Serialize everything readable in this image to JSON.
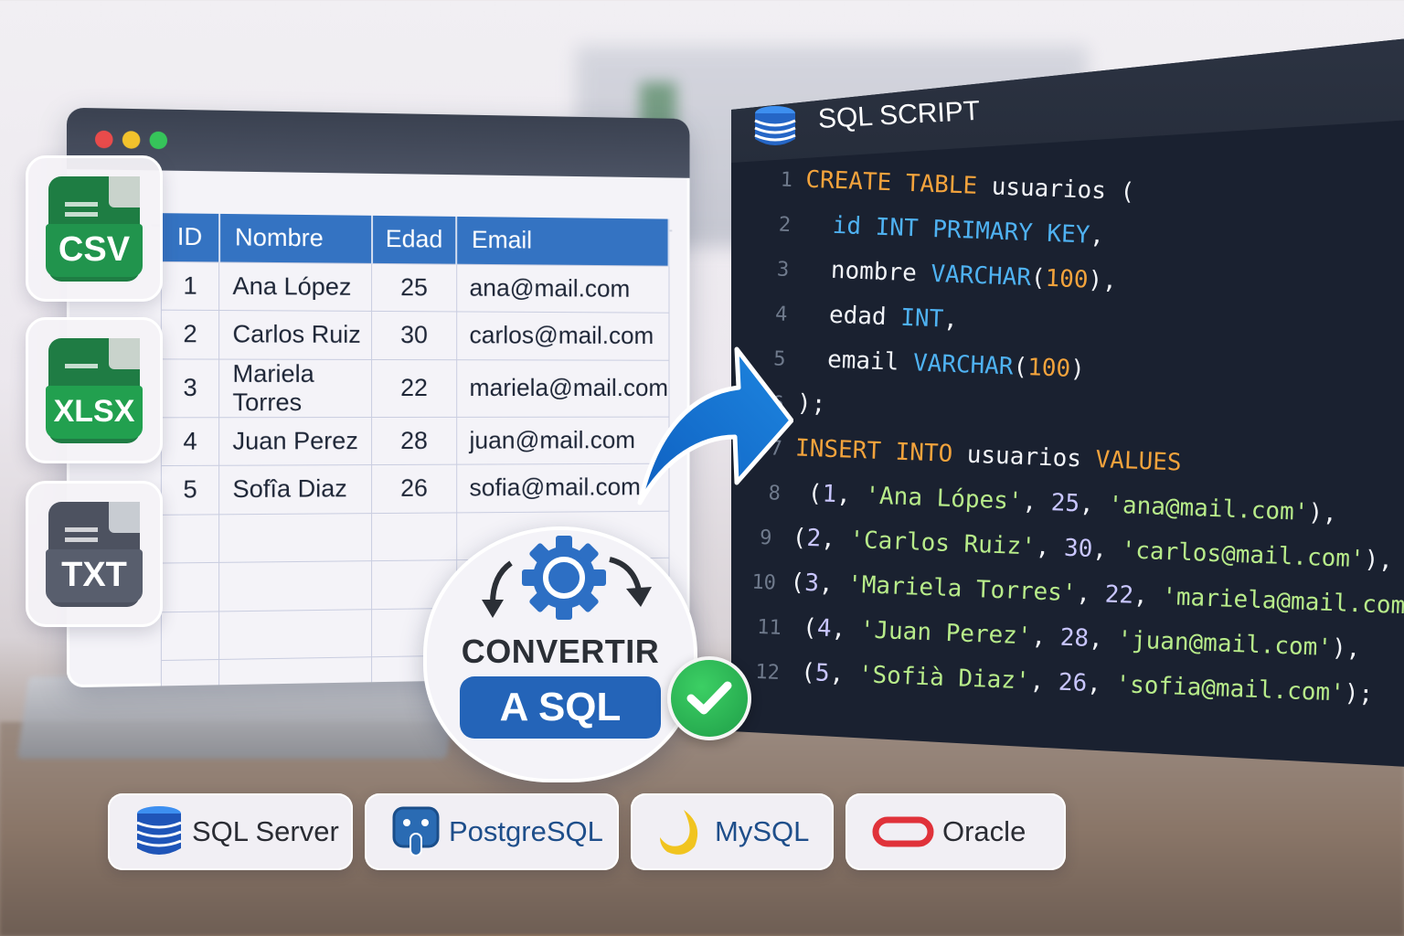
{
  "file_types": [
    {
      "label": "CSV",
      "color": "#21944d"
    },
    {
      "label": "XLSX",
      "color": "#22a04f"
    },
    {
      "label": "TXT",
      "color": "#585e6d"
    }
  ],
  "spreadsheet": {
    "window_controls": [
      "close",
      "minimize",
      "maximize"
    ],
    "headers": [
      "ID",
      "Nombre",
      "Edad",
      "Email"
    ],
    "rows": [
      [
        "1",
        "Ana López",
        "25",
        "ana@mail.com"
      ],
      [
        "2",
        "Carlos Ruiz",
        "30",
        "carlos@mail.com"
      ],
      [
        "3",
        "Mariela Torres",
        "22",
        "mariela@mail.com"
      ],
      [
        "4",
        "Juan Perez",
        "28",
        "juan@mail.com"
      ],
      [
        "5",
        "Sofîa Diaz",
        "26",
        "sofia@mail.com"
      ]
    ],
    "header_color": "#3473c2"
  },
  "convert": {
    "line1": "CONVERTIR",
    "line2": "A SQL",
    "status": "success",
    "accent": "#2464b8"
  },
  "sql_script": {
    "title": "SQL SCRIPT",
    "line_numbers": [
      "1",
      "2",
      "3",
      "4",
      "5",
      "6",
      "7",
      "8",
      "9",
      "10",
      "11",
      "12"
    ],
    "lines": [
      {
        "n": "1",
        "tokens": [
          [
            "kw",
            "CREATE"
          ],
          [
            "pn",
            " "
          ],
          [
            "kw",
            "TABLE"
          ],
          [
            "pn",
            " usuarios ("
          ]
        ]
      },
      {
        "n": "2",
        "tokens": [
          [
            "pn",
            "  "
          ],
          [
            "ty",
            "id INT PRIMARY KEY"
          ],
          [
            "pn",
            ","
          ]
        ]
      },
      {
        "n": "3",
        "tokens": [
          [
            "pn",
            "  nombre "
          ],
          [
            "ty",
            "VARCHAR"
          ],
          [
            "pn",
            "("
          ],
          [
            "num",
            "100"
          ],
          [
            "pn",
            "),"
          ]
        ]
      },
      {
        "n": "4",
        "tokens": [
          [
            "pn",
            "  edad "
          ],
          [
            "ty",
            "INT"
          ],
          [
            "pn",
            ","
          ]
        ]
      },
      {
        "n": "5",
        "tokens": [
          [
            "pn",
            "  email "
          ],
          [
            "ty",
            "VARCHAR"
          ],
          [
            "pn",
            "("
          ],
          [
            "num",
            "100"
          ],
          [
            "pn",
            ")"
          ]
        ]
      },
      {
        "n": "6",
        "tokens": [
          [
            "pn",
            ");"
          ]
        ]
      },
      {
        "n": "7",
        "tokens": [
          [
            "kw",
            "INSERT"
          ],
          [
            "pn",
            " "
          ],
          [
            "kw",
            "INTO"
          ],
          [
            "pn",
            " usuarios "
          ],
          [
            "kw",
            "VALUES"
          ]
        ]
      },
      {
        "n": "8",
        "tokens": [
          [
            "pn",
            " ("
          ],
          [
            "int",
            "1"
          ],
          [
            "pn",
            ", "
          ],
          [
            "str",
            "'Ana Lópes'"
          ],
          [
            "pn",
            ", "
          ],
          [
            "int",
            "25"
          ],
          [
            "pn",
            ", "
          ],
          [
            "str",
            "'ana@mail.com'"
          ],
          [
            "pn",
            "),"
          ]
        ]
      },
      {
        "n": "9",
        "tokens": [
          [
            "pn",
            " ("
          ],
          [
            "int",
            "2"
          ],
          [
            "pn",
            ", "
          ],
          [
            "str",
            "'Carlos Ruiz'"
          ],
          [
            "pn",
            ", "
          ],
          [
            "int",
            "30"
          ],
          [
            "pn",
            ", "
          ],
          [
            "str",
            "'carlos@mail.com'"
          ],
          [
            "pn",
            "),"
          ]
        ]
      },
      {
        "n": "10",
        "tokens": [
          [
            "pn",
            " ("
          ],
          [
            "int",
            "3"
          ],
          [
            "pn",
            ", "
          ],
          [
            "str",
            "'Mariela Torres'"
          ],
          [
            "pn",
            ", "
          ],
          [
            "int",
            "22"
          ],
          [
            "pn",
            ", "
          ],
          [
            "str",
            "'mariela@mail.com'"
          ],
          [
            "pn",
            "),"
          ]
        ]
      },
      {
        "n": "11",
        "tokens": [
          [
            "pn",
            " ("
          ],
          [
            "int",
            "4"
          ],
          [
            "pn",
            ", "
          ],
          [
            "str",
            "'Juan Perez'"
          ],
          [
            "pn",
            ", "
          ],
          [
            "int",
            "28"
          ],
          [
            "pn",
            ", "
          ],
          [
            "str",
            "'juan@mail.com'"
          ],
          [
            "pn",
            "),"
          ]
        ]
      },
      {
        "n": "12",
        "tokens": [
          [
            "pn",
            " ("
          ],
          [
            "int",
            "5"
          ],
          [
            "pn",
            ", "
          ],
          [
            "str",
            "'Sofià Diaz'"
          ],
          [
            "pn",
            ", "
          ],
          [
            "int",
            "26"
          ],
          [
            "pn",
            ", "
          ],
          [
            "str",
            "'sofia@mail.com'"
          ],
          [
            "pn",
            ");"
          ]
        ]
      }
    ],
    "colors": {
      "keyword": "#f3a33c",
      "type": "#4fb2f2",
      "string": "#b8ec8a",
      "background": "#1a2130"
    }
  },
  "databases": [
    {
      "label": "SQL Server",
      "icon": "sql-server-icon"
    },
    {
      "label": "PostgreSQL",
      "icon": "postgresql-icon"
    },
    {
      "label": "MySQL",
      "icon": "mysql-icon"
    },
    {
      "label": "Oracle",
      "icon": "oracle-icon"
    }
  ]
}
